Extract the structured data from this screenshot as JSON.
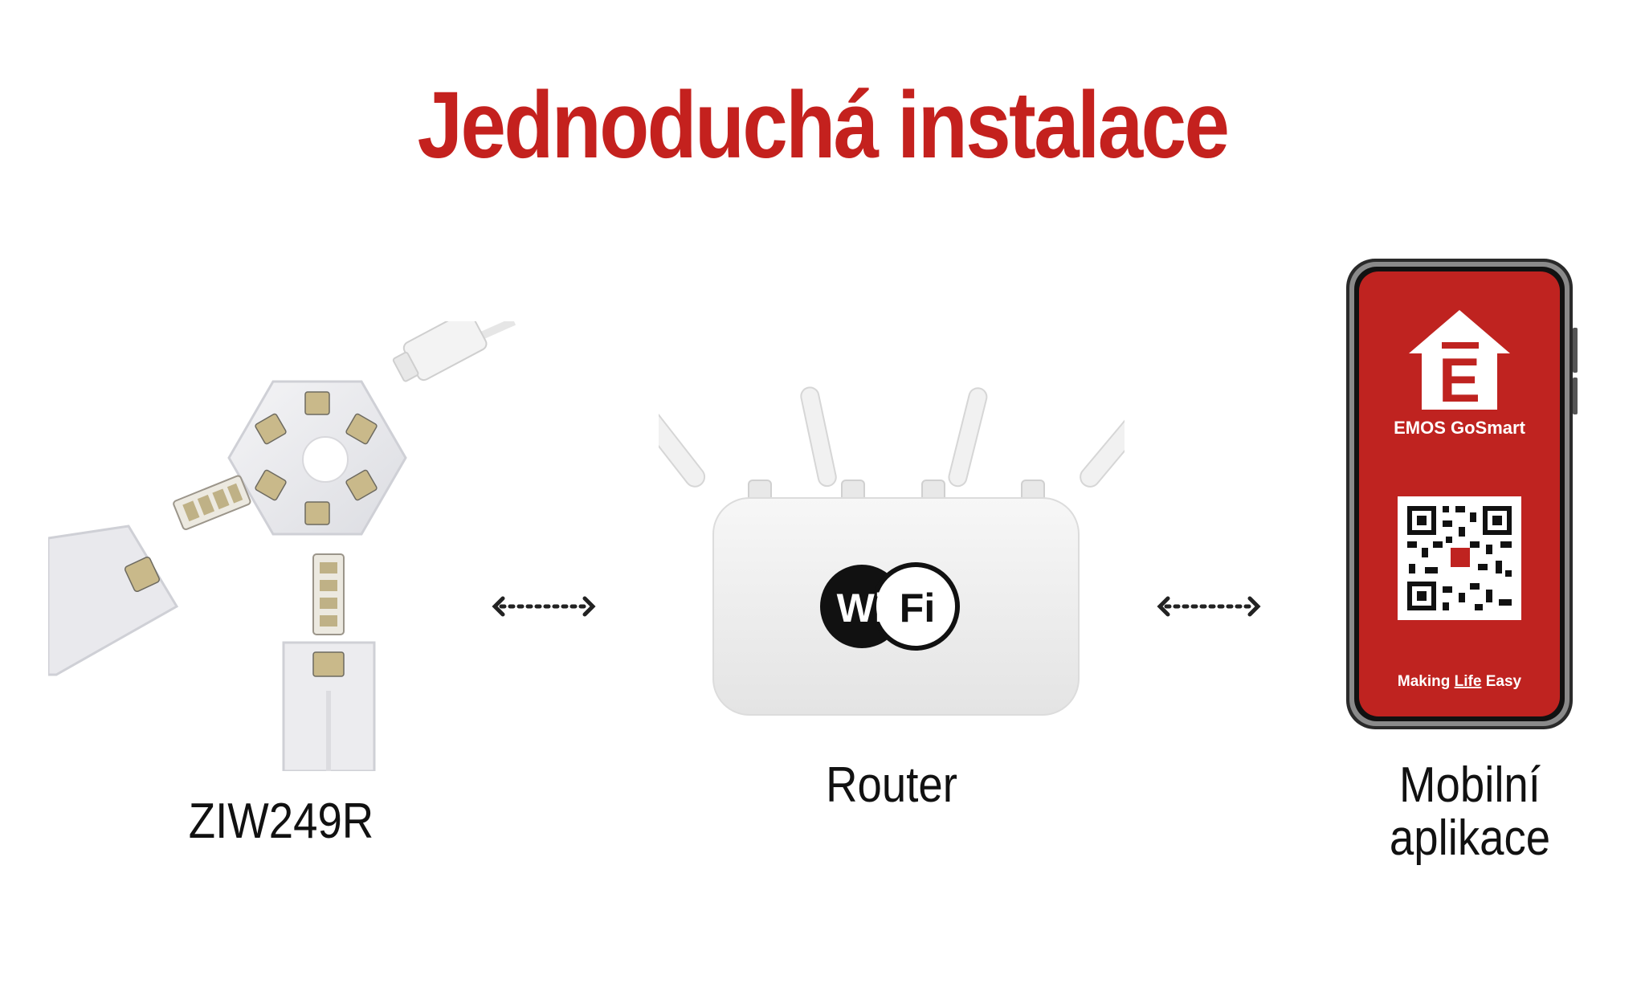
{
  "title": "Jednoduchá instalace",
  "colors": {
    "title": "#c4211e",
    "phone_screen": "#bf2320",
    "text": "#111111"
  },
  "nodes": {
    "device": {
      "label": "ZIW249R"
    },
    "router": {
      "label": "Router",
      "wifi_left": "Wi",
      "wifi_right": "Fi"
    },
    "phone": {
      "label_line1": "Mobilní",
      "label_line2": "aplikace",
      "app_name": "EMOS GoSmart",
      "tagline_pre": "Making ",
      "tagline_emph": "Life",
      "tagline_post": " Easy",
      "logo_letter": "E"
    }
  },
  "connectors": [
    {
      "from": "device",
      "to": "router",
      "style": "dotted-bidirectional"
    },
    {
      "from": "router",
      "to": "phone",
      "style": "dotted-bidirectional"
    }
  ]
}
